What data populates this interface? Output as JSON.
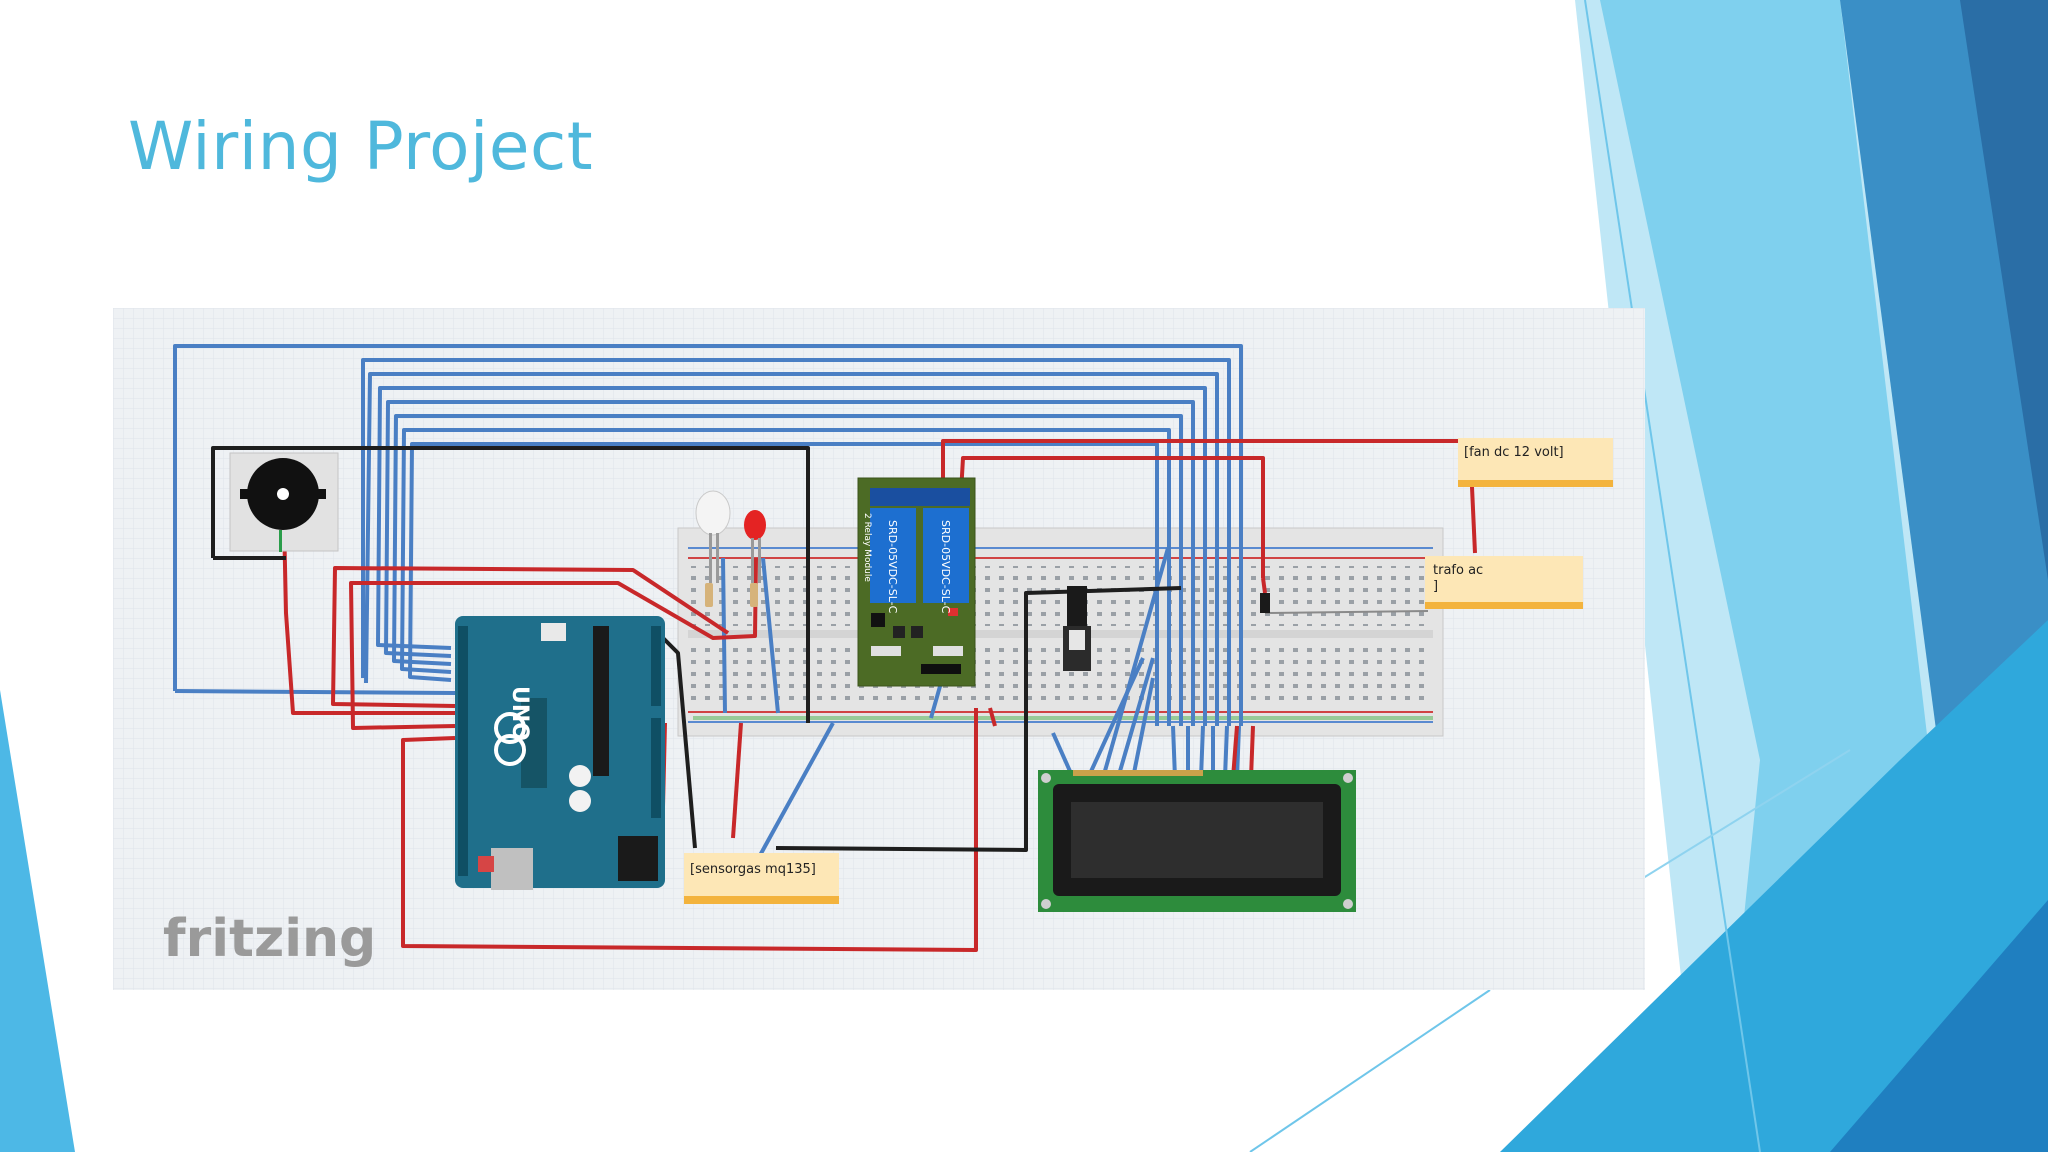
{
  "slide": {
    "title": "Wiring Project",
    "accent_color": "#4fb8dc"
  },
  "diagram": {
    "watermark": "fritzing",
    "notes": {
      "fan": "[fan dc 12 volt]",
      "trafo_line1": "trafo ac",
      "trafo_line2": "]",
      "sensor": "[sensorgas mq135]"
    },
    "arduino": {
      "model": "UNO"
    },
    "relay": {
      "label": "2 Relay Module",
      "part": "SRD-05VDC-SL-C"
    }
  },
  "colors": {
    "wire_blue": "#4a7fc4",
    "wire_red": "#c8282a",
    "wire_black": "#1e1e1e",
    "arduino_board": "#1f6f8b",
    "relay_board": "#4c6b25",
    "relay_block": "#1d6fd0",
    "lcd_board": "#2d8c3c",
    "note_fill": "#fde7b6",
    "note_bar": "#f3b33d"
  }
}
